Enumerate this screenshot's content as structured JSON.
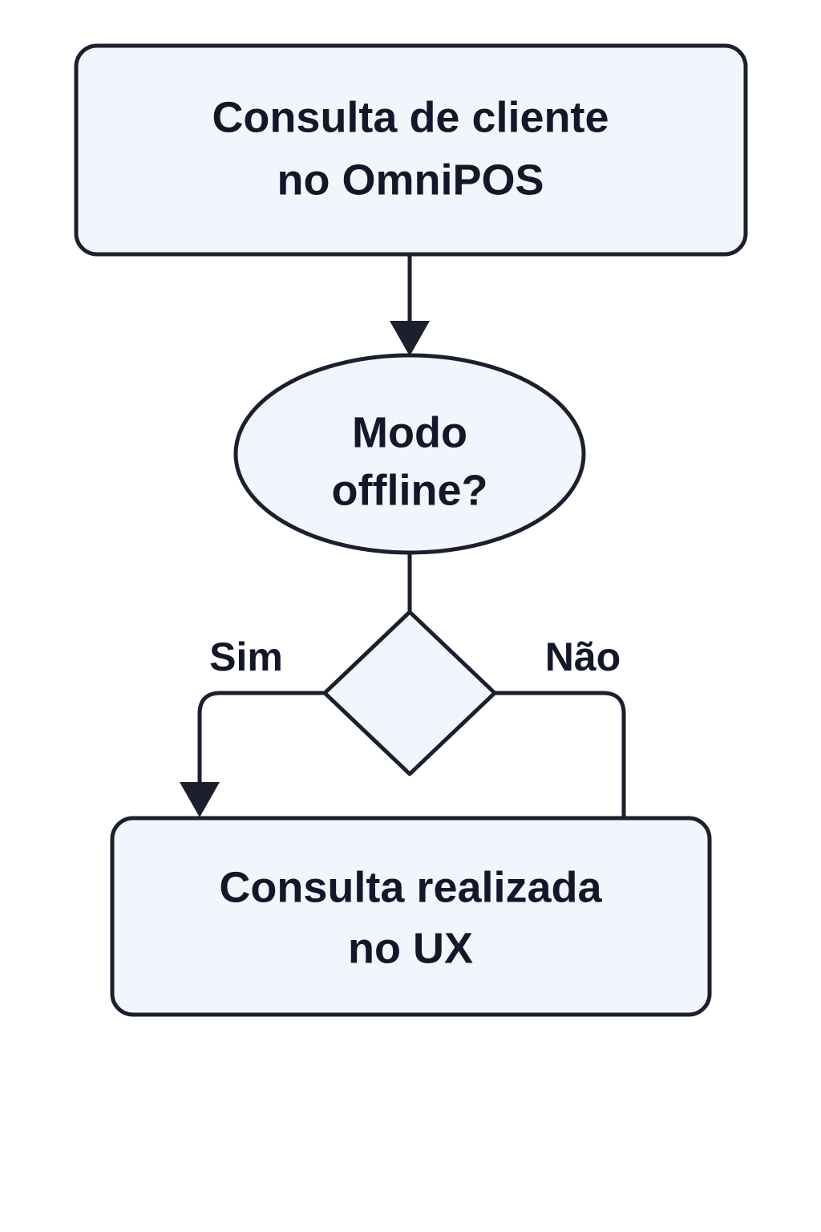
{
  "diagram": {
    "type": "flowchart",
    "direction": "top-to-bottom",
    "title": "Consulta de cliente no OmniPOS",
    "colors": {
      "node_fill": "#f1f5fc",
      "node_stroke": "#1b1f2e",
      "edge_stroke": "#1b1f2e",
      "label_text": "#14172a",
      "background": "#ffffff"
    },
    "nodes": [
      {
        "id": "start",
        "shape": "rounded-rectangle",
        "line1": "Consulta de cliente",
        "line2": "no OmniPOS"
      },
      {
        "id": "decision-mode",
        "shape": "ellipse",
        "line1": "Modo",
        "line2": "offline?"
      },
      {
        "id": "branch-diamond",
        "shape": "diamond",
        "line1": "",
        "line2": ""
      },
      {
        "id": "end",
        "shape": "rounded-rectangle",
        "line1": "Consulta realizada",
        "line2": "no UX"
      }
    ],
    "edges": [
      {
        "id": "start-to-decision",
        "from": "start",
        "to": "decision-mode",
        "label": "",
        "arrow": true
      },
      {
        "id": "decision-to-diamond",
        "from": "decision-mode",
        "to": "branch-diamond",
        "label": "",
        "arrow": false
      },
      {
        "id": "diamond-to-end-yes",
        "from": "branch-diamond",
        "to": "end",
        "label": "Sim",
        "arrow": true
      },
      {
        "id": "diamond-to-end-no",
        "from": "branch-diamond",
        "to": "end",
        "label": "Não",
        "arrow": false
      }
    ]
  }
}
